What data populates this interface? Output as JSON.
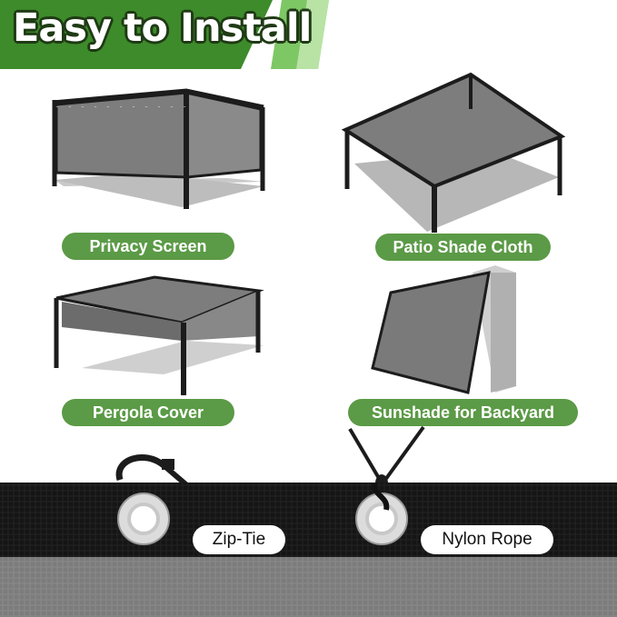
{
  "banner": {
    "title": "Easy to Install",
    "color_dark": "#3e8a2c",
    "color_light": "#a6d98c"
  },
  "uses": [
    {
      "label": "Privacy Screen"
    },
    {
      "label": "Patio Shade Cloth"
    },
    {
      "label": "Pergola Cover"
    },
    {
      "label": "Sunshade for Backyard"
    }
  ],
  "attachments": [
    {
      "label": "Zip-Tie"
    },
    {
      "label": "Nylon Rope"
    }
  ],
  "colors": {
    "pill_green": "#5b9a46",
    "fabric_gray": "#7a7a7a",
    "frame_black": "#1c1c1c",
    "mesh_black": "#141414"
  }
}
